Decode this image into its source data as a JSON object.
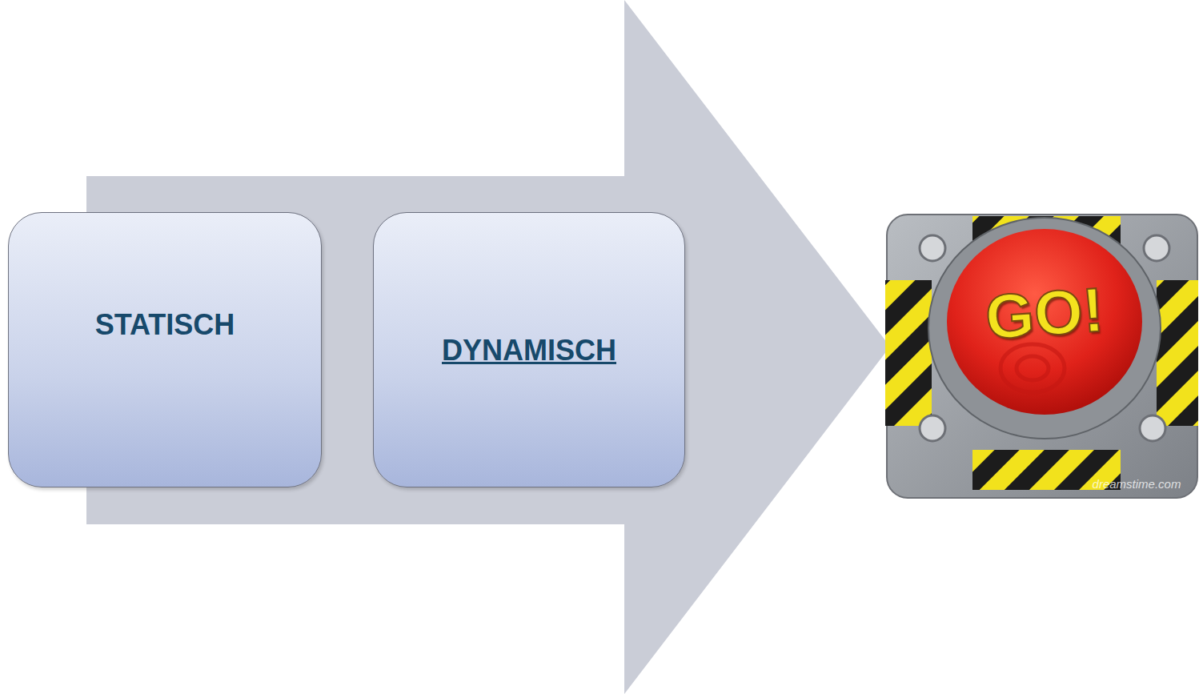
{
  "diagram": {
    "nodes": [
      {
        "text": [
          "STATISCH"
        ]
      },
      {
        "text": [
          "DYNAMISCH"
        ]
      }
    ],
    "labels": [
      "GO!",
      "dreamstime.com"
    ]
  }
}
